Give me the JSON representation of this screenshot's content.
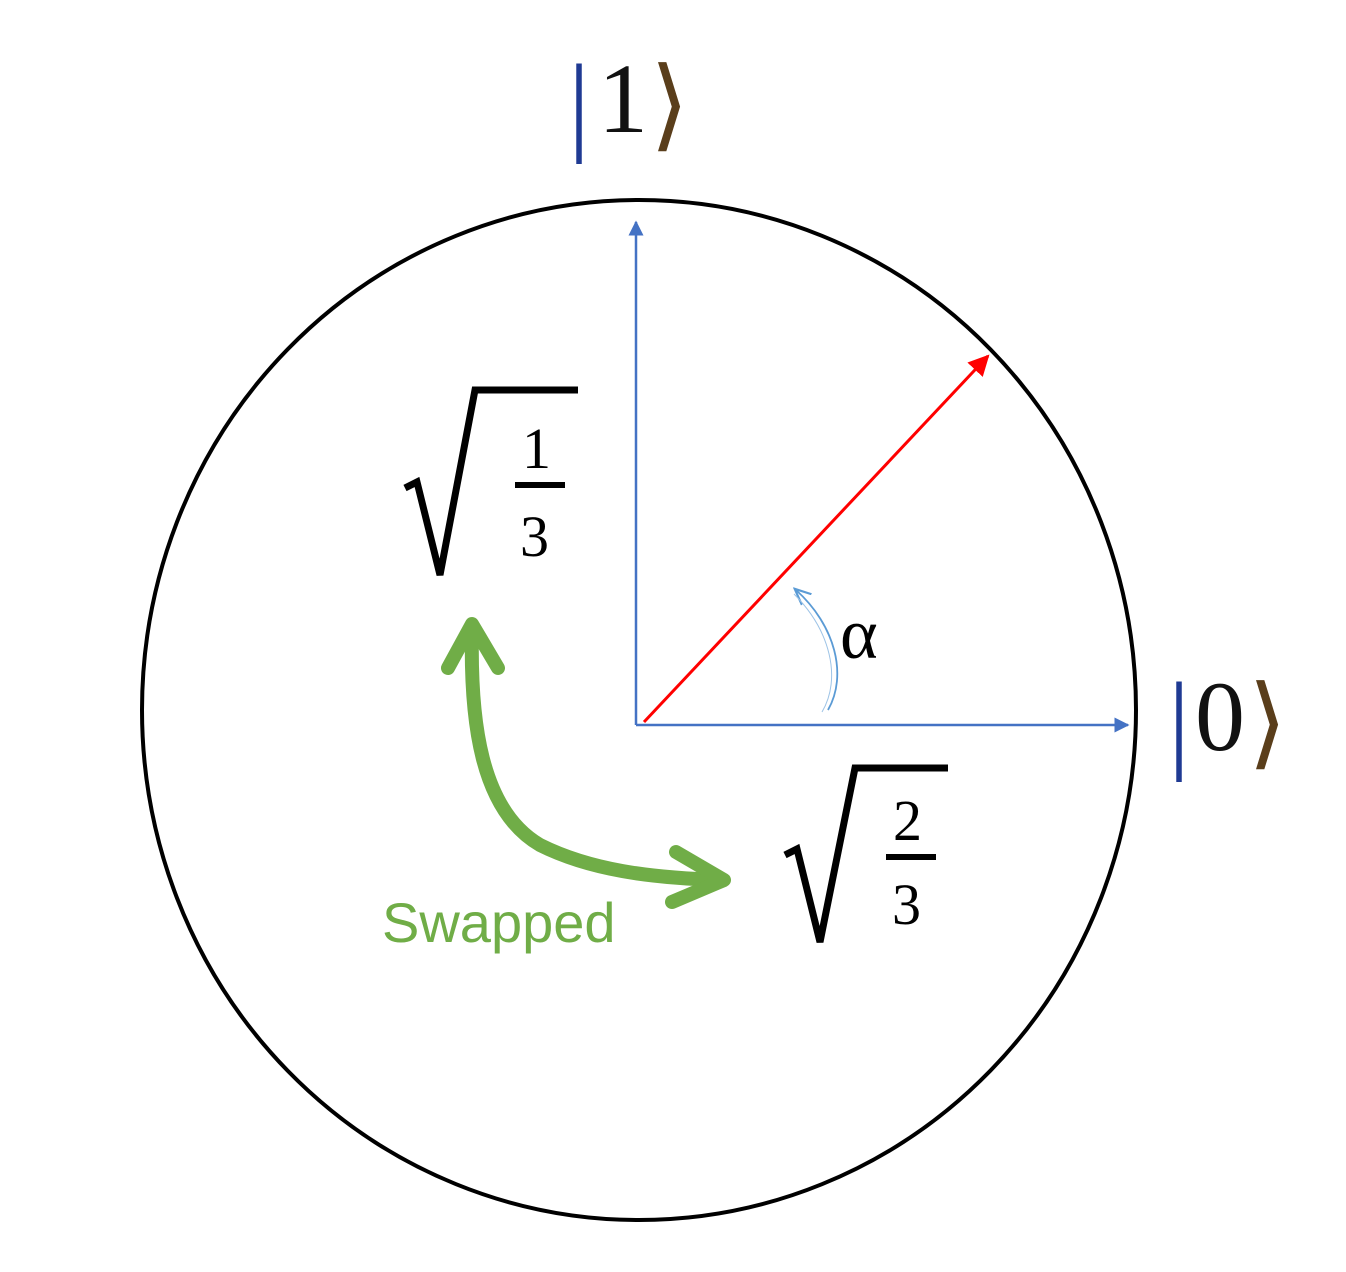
{
  "diagram": {
    "kets": {
      "zero": {
        "bar": "|",
        "digit": "0",
        "angle": "⟩"
      },
      "one": {
        "bar": "|",
        "digit": "1",
        "angle": "⟩"
      }
    },
    "amplitudes": {
      "upper": {
        "radical": "√",
        "numerator": "1",
        "denominator": "3"
      },
      "lower": {
        "radical": "√",
        "numerator": "2",
        "denominator": "3"
      }
    },
    "angle_label": "α",
    "annotation": "Swapped",
    "colors": {
      "axis": "#4472C4",
      "state_vector": "#FF0000",
      "circle": "#000000",
      "annotation": "#70AD47",
      "ket_bar": "#1F3A93",
      "ket_angle": "#8B4513",
      "text": "#000000"
    }
  }
}
